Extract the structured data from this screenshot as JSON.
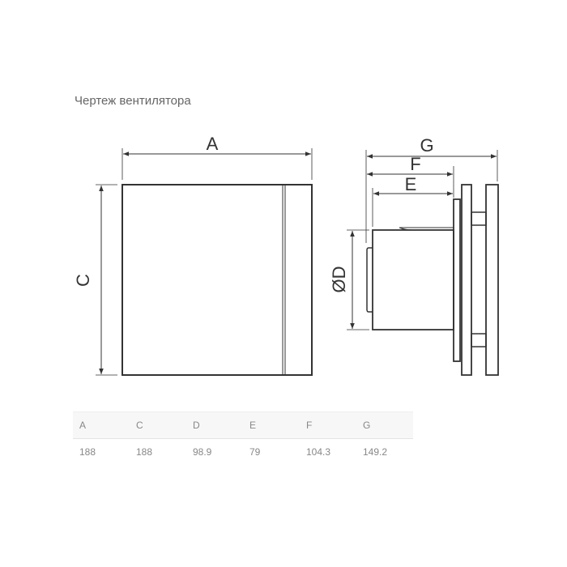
{
  "title": "Чертеж вентилятора",
  "diagram": {
    "labels": {
      "A": "A",
      "C": "C",
      "D": "ØD",
      "E": "E",
      "F": "F",
      "G": "G"
    },
    "line_color": "#333333"
  },
  "table": {
    "headers": [
      "A",
      "C",
      "D",
      "E",
      "F",
      "G"
    ],
    "values": [
      "188",
      "188",
      "98.9",
      "79",
      "104.3",
      "149.2"
    ]
  }
}
